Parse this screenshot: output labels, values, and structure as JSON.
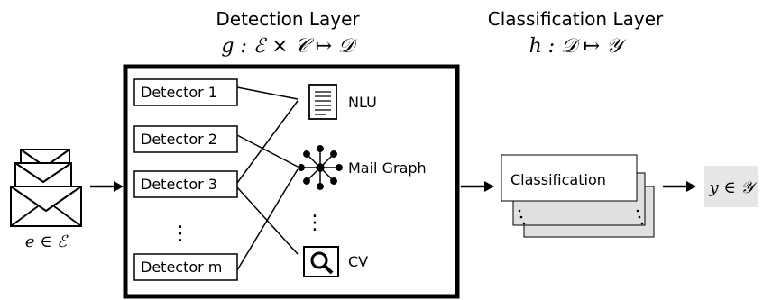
{
  "detection_layer": {
    "title": "Detection Layer",
    "formula": "g : ℰ × 𝒞 ↦ 𝒟"
  },
  "classification_layer": {
    "title": "Classification Layer",
    "formula": "h : 𝒟 ↦ 𝒴"
  },
  "input": {
    "label": "e ∈ ℰ",
    "icon": "envelope-stack-icon"
  },
  "detectors": [
    {
      "label": "Detector 1"
    },
    {
      "label": "Detector 2"
    },
    {
      "label": "Detector 3"
    },
    {
      "label": "Detector m"
    }
  ],
  "detectors_ellipsis": "⋮",
  "signals": [
    {
      "label": "NLU",
      "icon": "document-icon"
    },
    {
      "label": "Mail Graph",
      "icon": "network-graph-icon"
    },
    {
      "label": "CV",
      "icon": "magnifier-image-icon"
    }
  ],
  "signals_ellipsis": "⋮",
  "classifier": {
    "label": "Classification"
  },
  "output": {
    "label": "y ∈ 𝒴",
    "background": "#e6e6e6"
  },
  "colors": {
    "stroke": "#000000",
    "sheet_shadow": "#e0e0e0",
    "output_box": "#e6e6e6"
  }
}
